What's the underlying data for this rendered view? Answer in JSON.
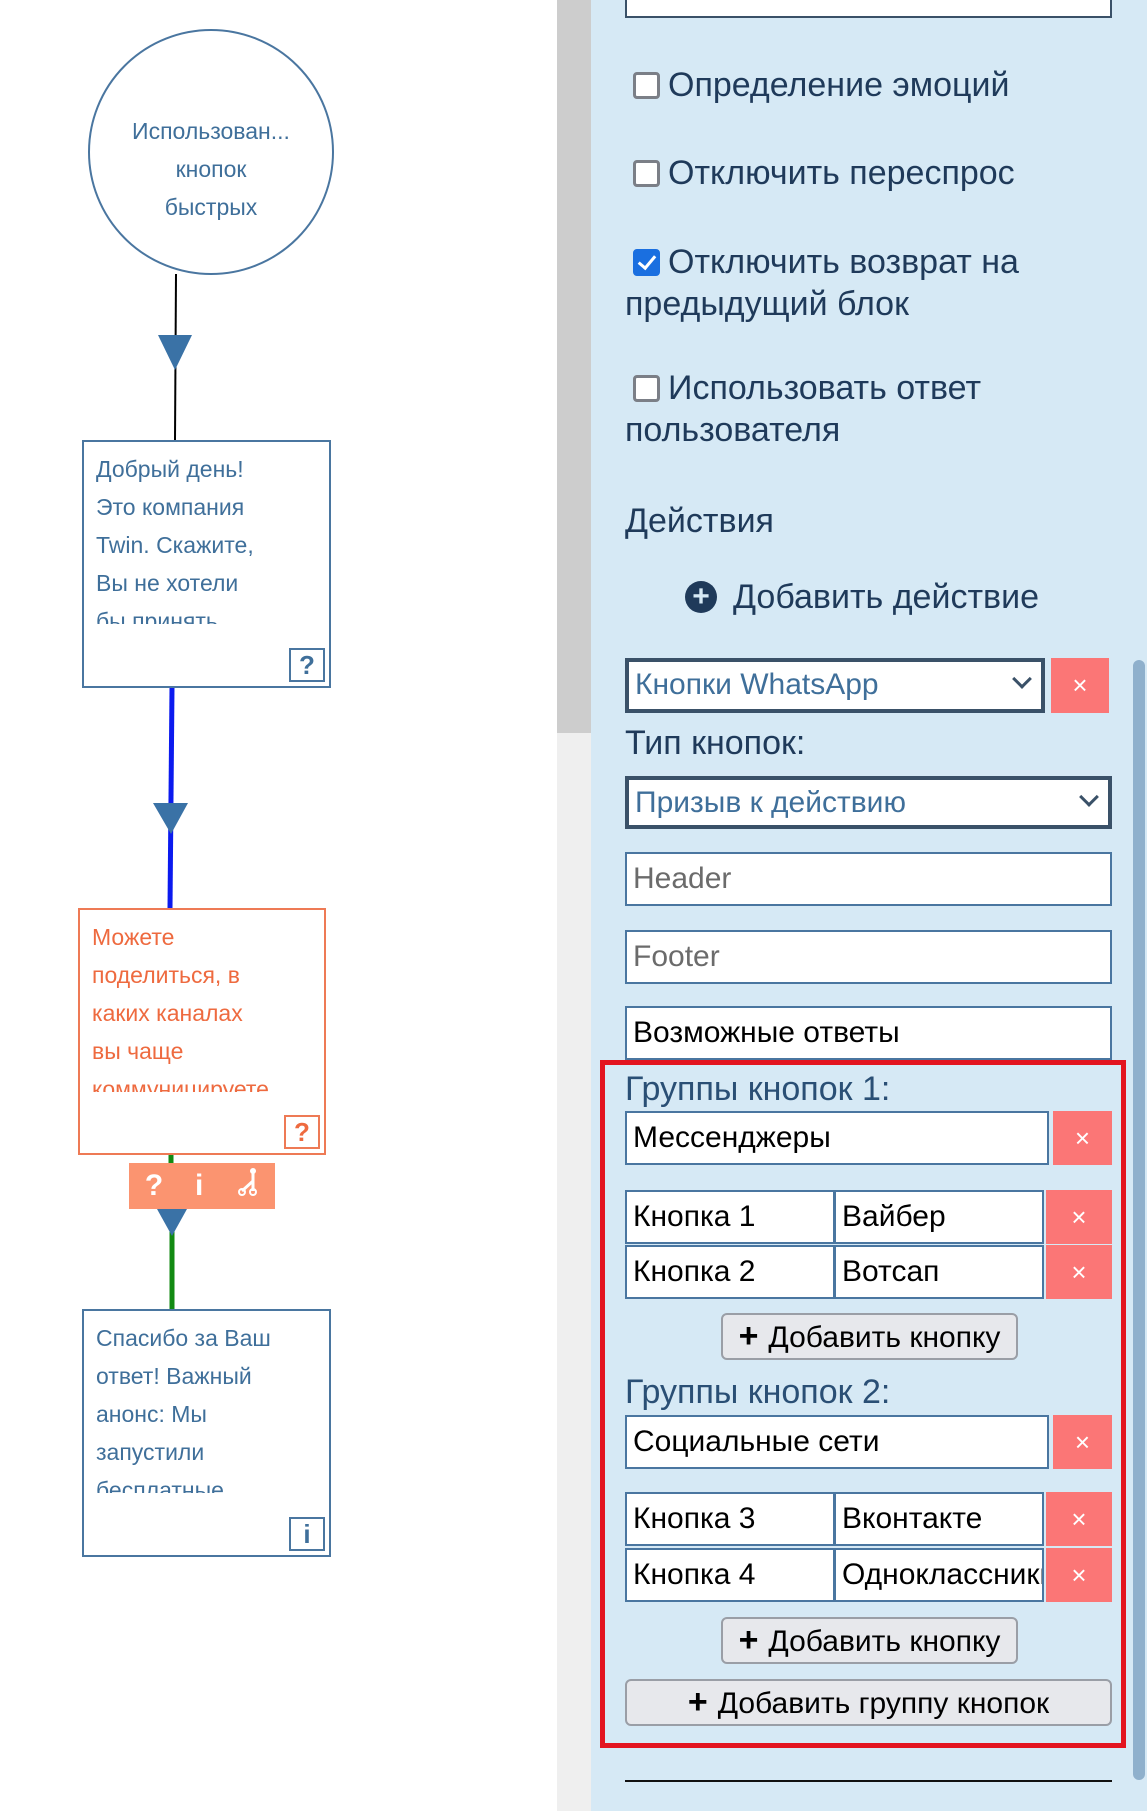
{
  "flow": {
    "start_node": [
      "Использован...",
      "кнопок",
      "быстрых"
    ],
    "node1": {
      "text": [
        "Добрый день!",
        "Это компания",
        "Twin. Скажите,",
        "Вы не хотели",
        "бы принять"
      ],
      "badge": "?"
    },
    "node2": {
      "text": [
        "Можете",
        "поделиться, в",
        "каких каналах",
        "вы чаще",
        "коммуницируете"
      ],
      "badge": "?"
    },
    "node2_toolbar": [
      "?",
      "i"
    ],
    "node3": {
      "text": [
        "Спасибо за Ваш",
        "ответ! Важный",
        "анонс: Мы",
        "запустили",
        "бесплатные"
      ],
      "badge": "i"
    }
  },
  "panel": {
    "checkboxes": [
      {
        "label": "Определение эмоций",
        "checked": false
      },
      {
        "label": "Отключить переспрос",
        "checked": false
      },
      {
        "label": "Отключить возврат на предыдущий блок",
        "checked": true
      },
      {
        "label": "Использовать ответ пользователя",
        "checked": false
      }
    ],
    "actions_title": "Действия",
    "add_action": "Добавить действие",
    "action_select": "Кнопки WhatsApp",
    "remove": "×",
    "button_type_label": "Тип кнопок:",
    "button_type_select": "Призыв к действию",
    "header_placeholder": "Header",
    "footer_placeholder": "Footer",
    "possible_answers": "Возможные ответы",
    "groups": [
      {
        "title": "Группы кнопок 1:",
        "name": "Мессенджеры",
        "buttons": [
          [
            "Кнопка 1",
            "Вайбер"
          ],
          [
            "Кнопка 2",
            "Вотсап"
          ]
        ]
      },
      {
        "title": "Группы кнопок 2:",
        "name": "Социальные сети",
        "buttons": [
          [
            "Кнопка 3",
            "Вконтакте"
          ],
          [
            "Кнопка 4",
            "Одноклассники"
          ]
        ]
      }
    ],
    "add_button": "Добавить кнопку",
    "add_group": "Добавить группу кнопок",
    "highlight_color": "#e3141f"
  }
}
